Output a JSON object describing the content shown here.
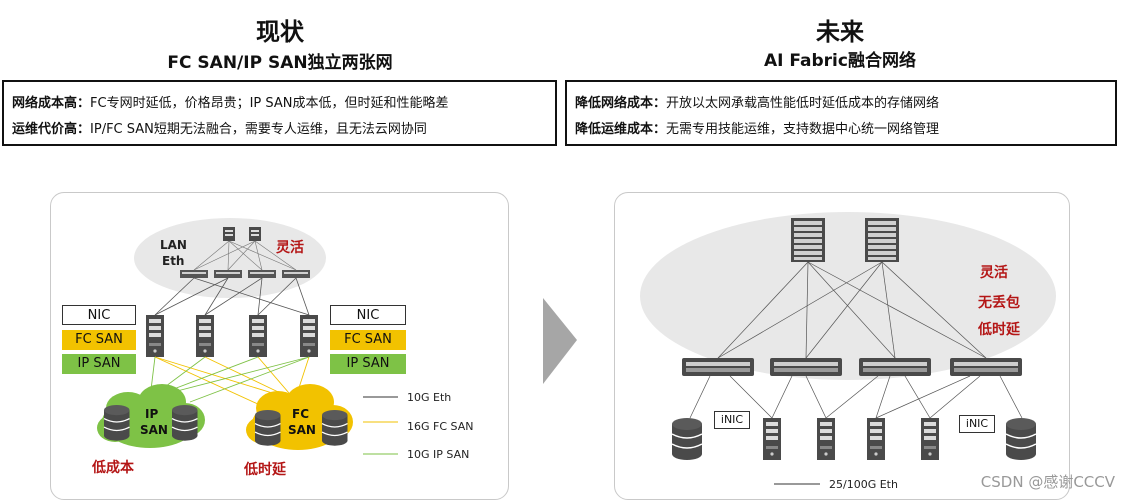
{
  "left": {
    "title": "现状",
    "subtitle": "FC SAN/IP SAN独立两张网",
    "row1_key": "网络成本高：",
    "row1_val": "FC专网时延低，价格昂贵；IP SAN成本低，但时延和性能略差",
    "row2_key": "运维代价高：",
    "row2_val": "IP/FC SAN短期无法融合，需要专人运维，且无法云网协同",
    "diagram": {
      "lan_label_1": "LAN",
      "lan_label_2": "Eth",
      "flexible": "灵活",
      "nic": "NIC",
      "fc_san": "FC SAN",
      "ip_san": "IP SAN",
      "ip_cloud_1": "IP",
      "ip_cloud_2": "SAN",
      "fc_cloud_1": "FC",
      "fc_cloud_2": "SAN",
      "low_cost": "低成本",
      "low_latency": "低时延",
      "legend_eth": "10G  Eth",
      "legend_fc": "16G  FC SAN",
      "legend_ip": "10G  IP SAN"
    }
  },
  "right": {
    "title": "未来",
    "subtitle": "AI Fabric融合网络",
    "row1_key": "降低网络成本：",
    "row1_val": "开放以太网承载高性能低时延低成本的存储网络",
    "row2_key": "降低运维成本：",
    "row2_val": "无需专用技能运维，支持数据中心统一网络管理",
    "diagram": {
      "flexible": "灵活",
      "lossless": "无丢包",
      "low_latency": "低时延",
      "inic": "iNIC",
      "legend_eth": "25/100G  Eth"
    }
  },
  "colors": {
    "fc_yellow": "#f2c200",
    "ip_green": "#7ec246",
    "red_text": "#b41616",
    "arrow_gray": "#a6a6a6"
  },
  "watermark": "CSDN @感谢CCCV"
}
